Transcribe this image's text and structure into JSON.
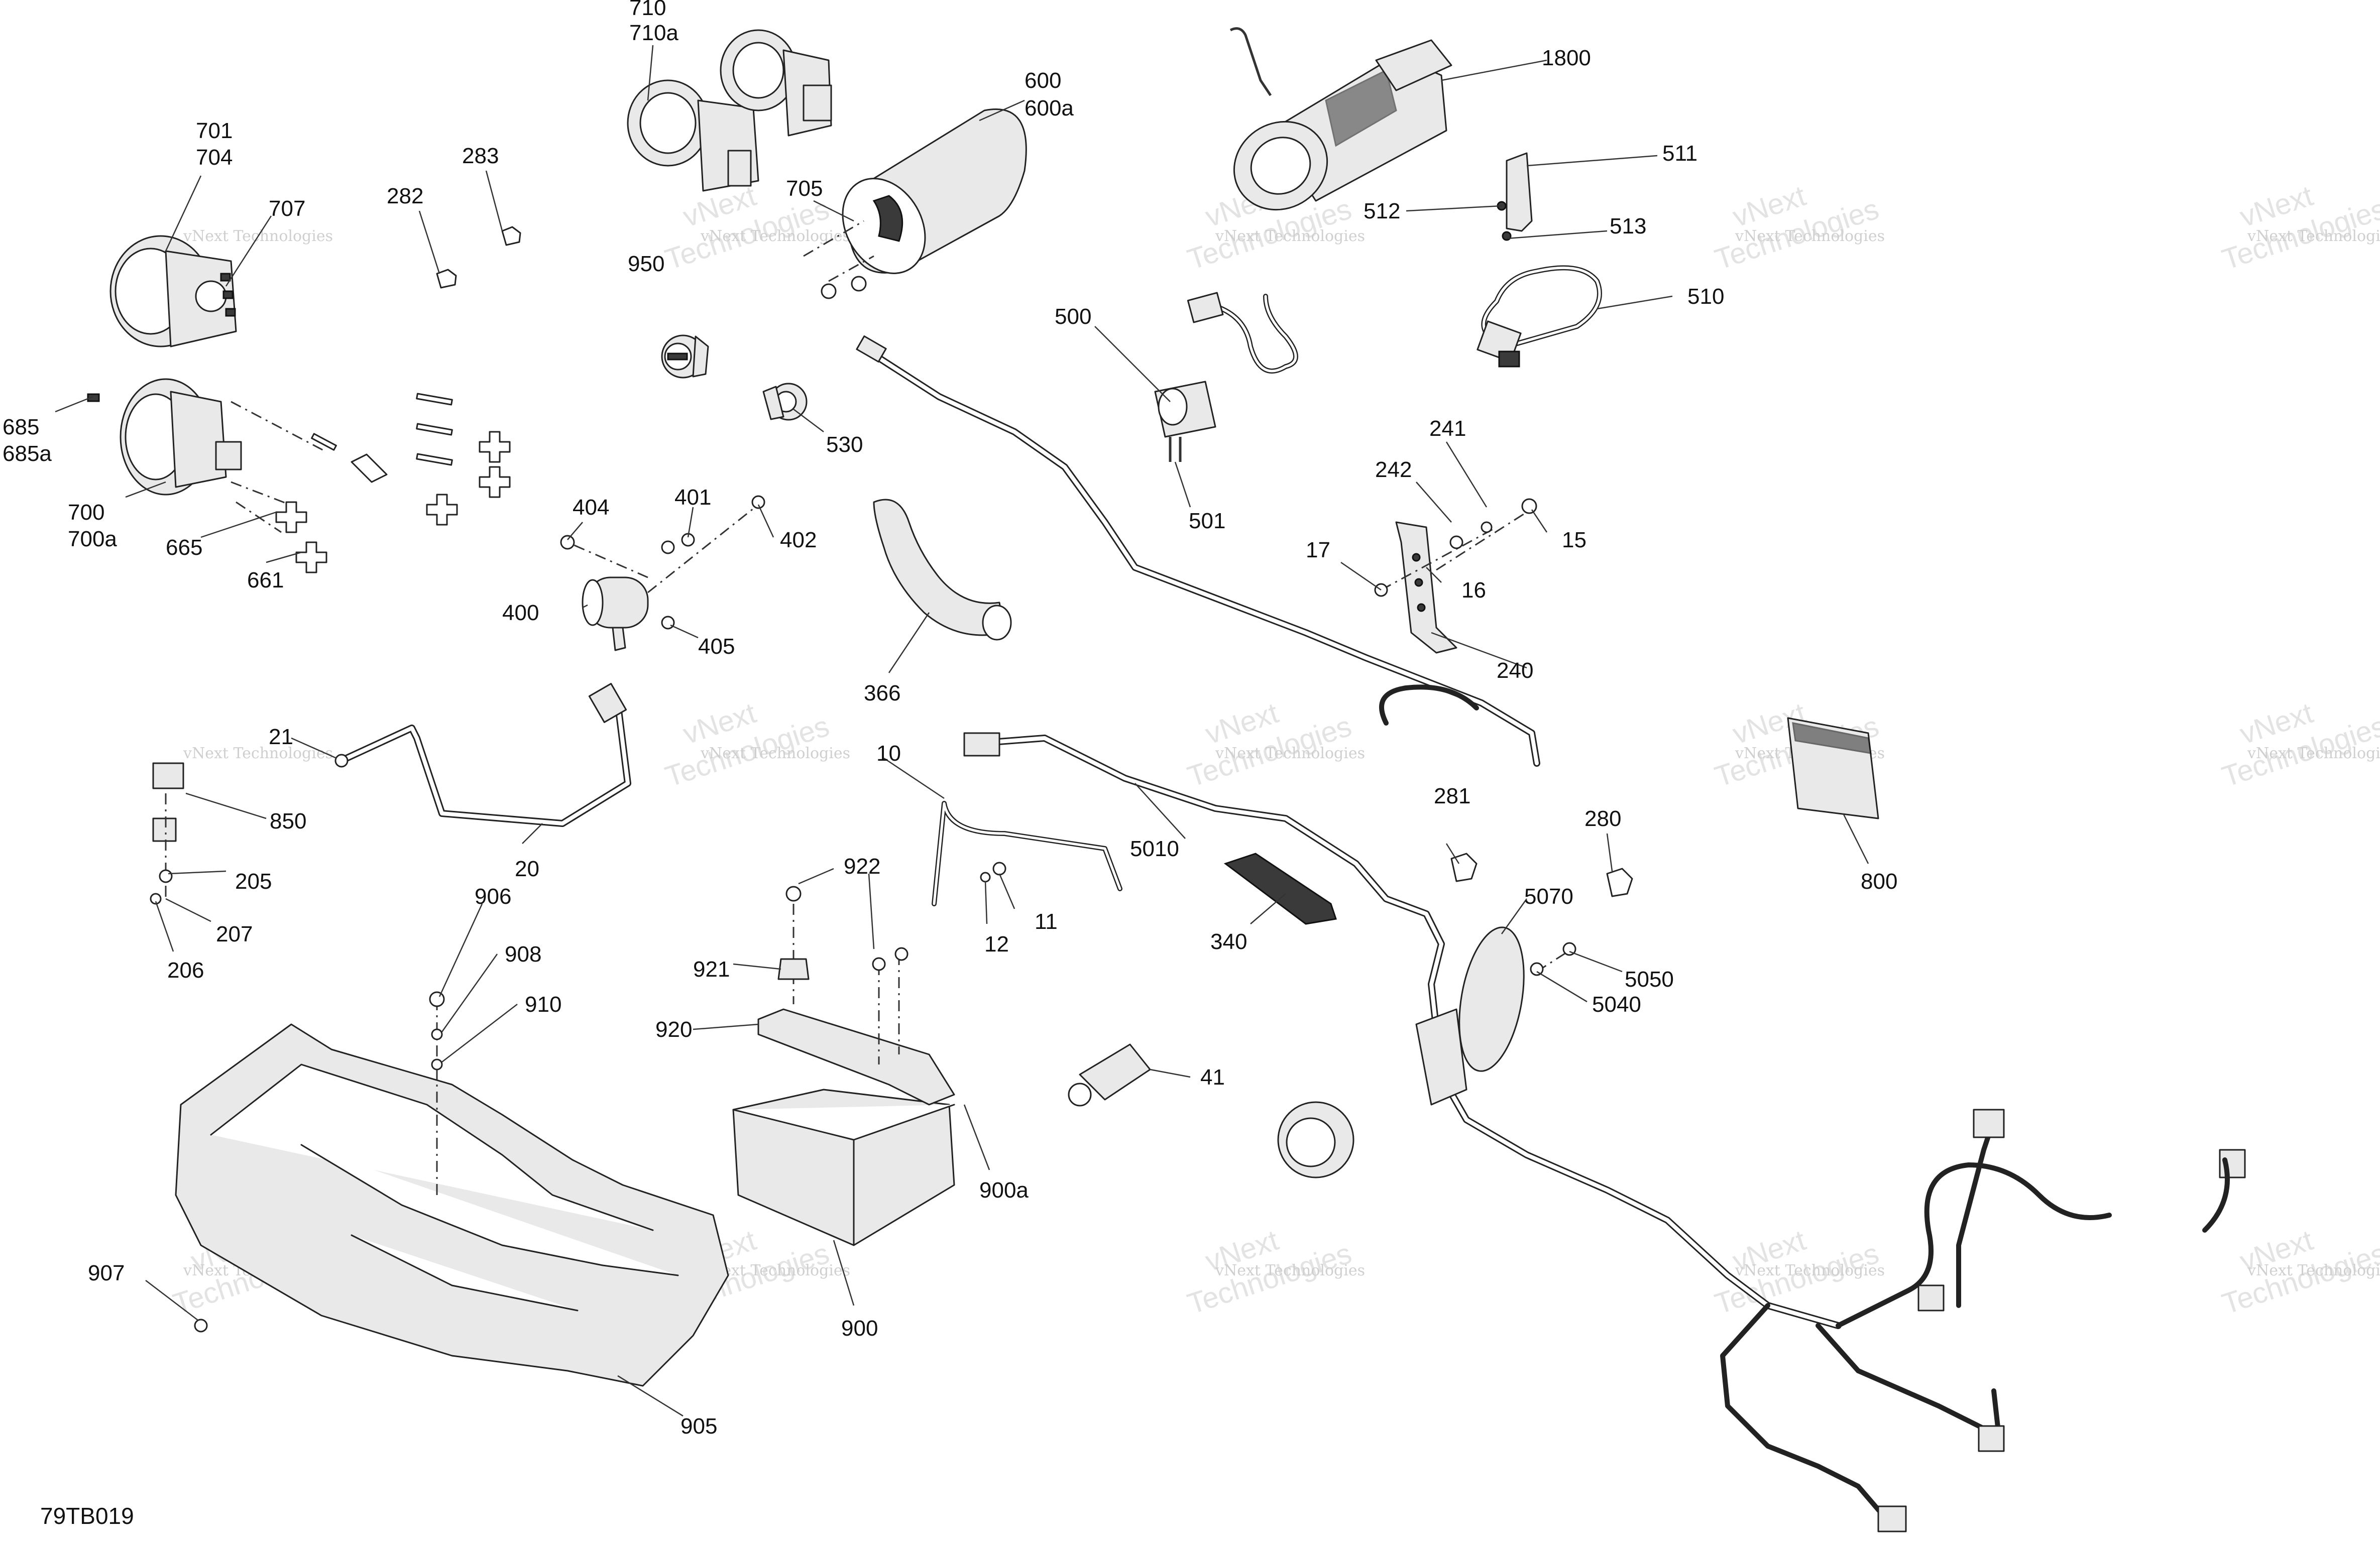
{
  "drawing_code": "79TB019",
  "watermark": {
    "line1": "vNext Technologies",
    "line2": "vNext",
    "line3": "Technologies"
  },
  "callouts": {
    "c710": "710",
    "c710a": "710a",
    "c600": "600",
    "c600a": "600a",
    "c1800": "1800",
    "c701": "701",
    "c704": "704",
    "c707": "707",
    "c283": "283",
    "c282": "282",
    "c705": "705",
    "c950": "950",
    "c511": "511",
    "c512": "512",
    "c513": "513",
    "c510": "510",
    "c500": "500",
    "c530": "530",
    "c685": "685",
    "c685a": "685a",
    "c700": "700",
    "c700a": "700a",
    "c665": "665",
    "c661": "661",
    "c501": "501",
    "c241": "241",
    "c242": "242",
    "c15": "15",
    "c17": "17",
    "c16": "16",
    "c240": "240",
    "c404": "404",
    "c401": "401",
    "c402": "402",
    "c400": "400",
    "c405": "405",
    "c366": "366",
    "c21": "21",
    "c850": "850",
    "c205": "205",
    "c207": "207",
    "c206": "206",
    "c20": "20",
    "c10": "10",
    "c5010": "5010",
    "c281": "281",
    "c280": "280",
    "c800": "800",
    "c11": "11",
    "c12": "12",
    "c922": "922",
    "c340": "340",
    "c5070": "5070",
    "c5050": "5050",
    "c5040": "5040",
    "c906": "906",
    "c908": "908",
    "c910": "910",
    "c921": "921",
    "c920": "920",
    "c41": "41",
    "c900a": "900a",
    "c907": "907",
    "c900": "900",
    "c905": "905"
  }
}
